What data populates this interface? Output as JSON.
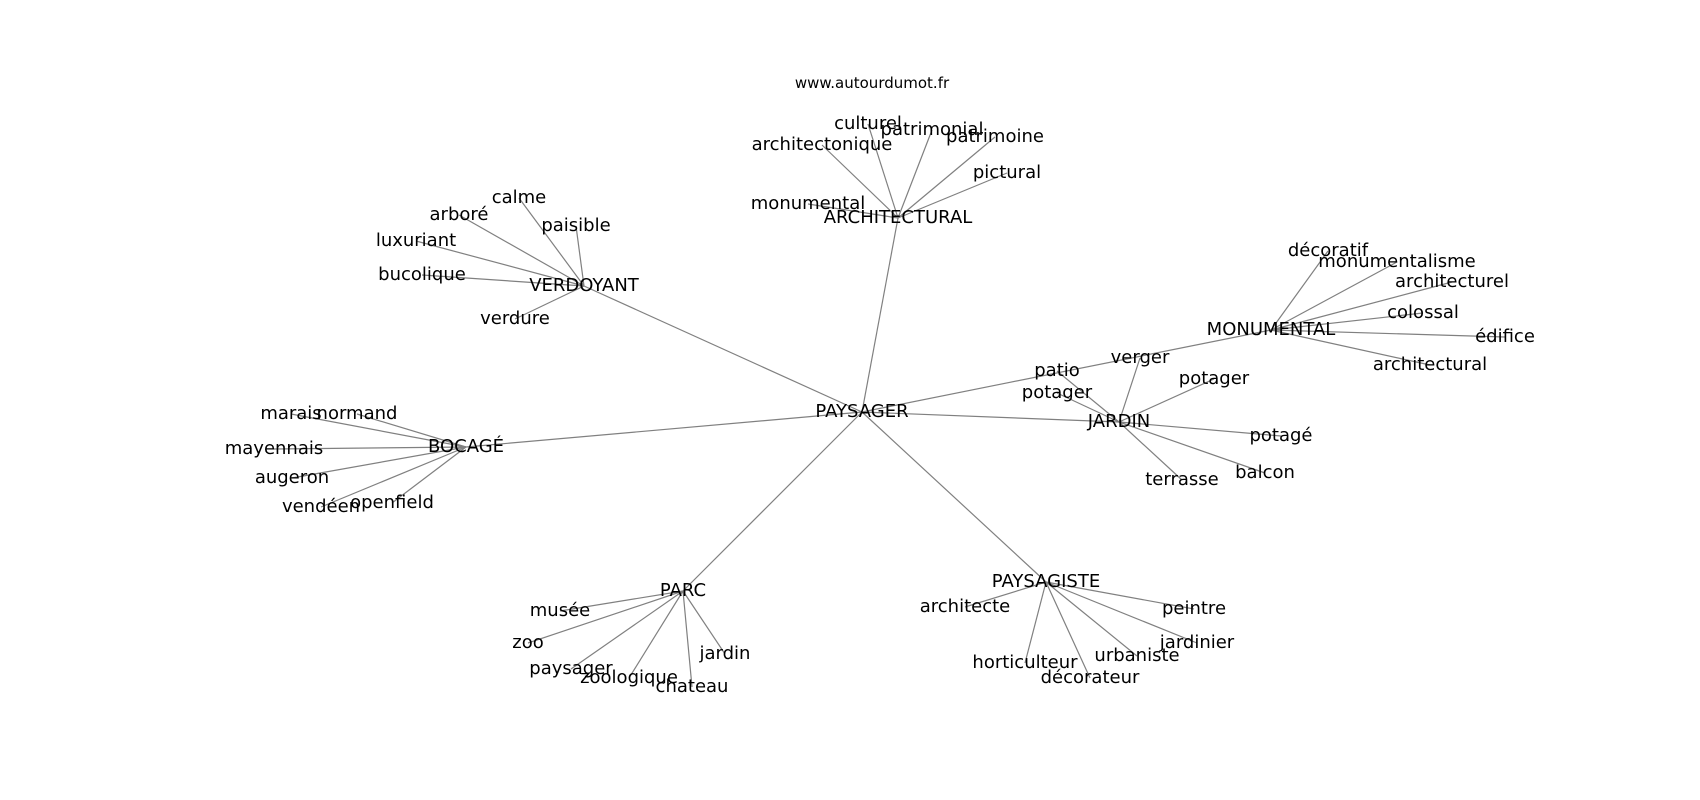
{
  "source": "www.autourdumot.fr",
  "center": "PAYSAGER",
  "groups": [
    {
      "hub": "ARCHITECTURAL",
      "words": [
        "architectonique",
        "culturel",
        "patrimonial",
        "patrimoine",
        "pictural",
        "monumental"
      ]
    },
    {
      "hub": "VERDOYANT",
      "words": [
        "calme",
        "arboré",
        "luxuriant",
        "paisible",
        "bucolique",
        "verdure"
      ]
    },
    {
      "hub": "MONUMENTAL",
      "words": [
        "décoratif",
        "monumentalisme",
        "architecturel",
        "colossal",
        "édifice",
        "architectural"
      ]
    },
    {
      "hub": "JARDIN",
      "words": [
        "verger",
        "patio",
        "potager",
        "potager",
        "potagé",
        "balcon",
        "terrasse"
      ]
    },
    {
      "hub": "BOCAGÉ",
      "words": [
        "marais",
        "normand",
        "mayennais",
        "augeron",
        "vendéen",
        "openfield"
      ]
    },
    {
      "hub": "PARC",
      "words": [
        "musée",
        "zoo",
        "paysager",
        "zoologique",
        "chateau",
        "jardin"
      ]
    },
    {
      "hub": "PAYSAGISTE",
      "words": [
        "architecte",
        "peintre",
        "jardinier",
        "urbaniste",
        "horticulteur",
        "décorateur"
      ]
    }
  ]
}
